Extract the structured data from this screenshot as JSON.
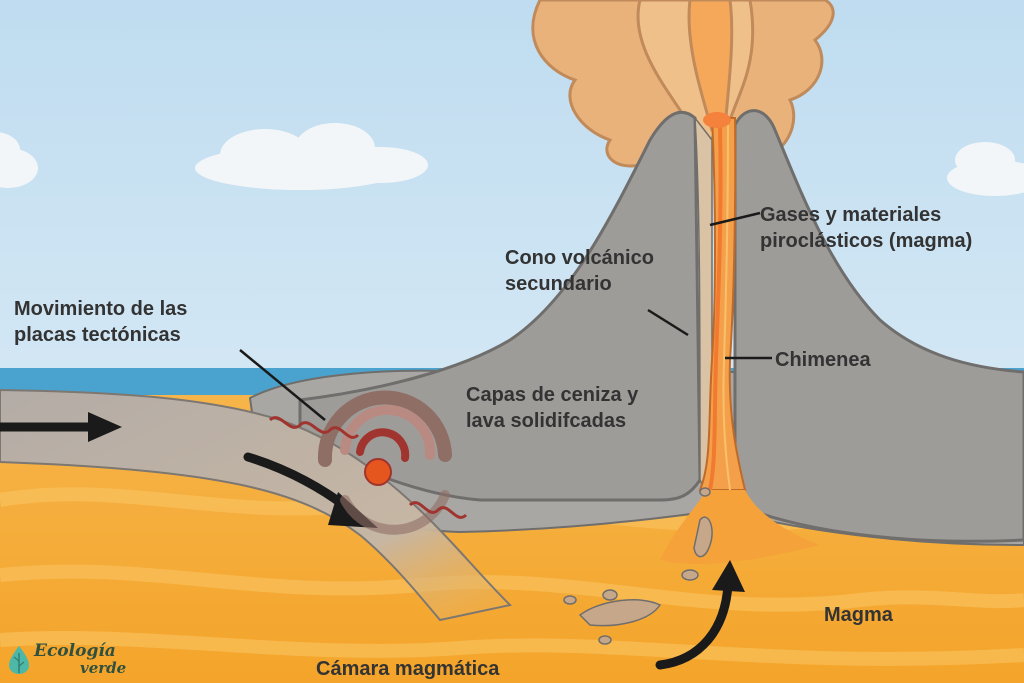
{
  "labels": {
    "plates": [
      "Movimiento de las",
      "placas tectónicas"
    ],
    "cone": [
      "Cono volcánico",
      "secundario"
    ],
    "gases": [
      "Gases y materiales",
      "piroclásticos (magma)"
    ],
    "chimney": "Chimenea",
    "layers": [
      "Capas de ceniza y",
      "lava solidifcadas"
    ],
    "magma": "Magma",
    "chamber": "Cámara magmática"
  },
  "logo": {
    "word1": "Ecología",
    "word2": "verde"
  },
  "colors": {
    "sky": "#cfe6f4",
    "sea": "#4aa3cf",
    "mantle": "#f2a933",
    "volcano_gray": "#9e9c99",
    "volcano_edge": "#6f6e6c",
    "smoke": "#e9b27b",
    "lava": "#f4a04a",
    "plate": "#b3aca6",
    "waves": "#a0342e"
  }
}
